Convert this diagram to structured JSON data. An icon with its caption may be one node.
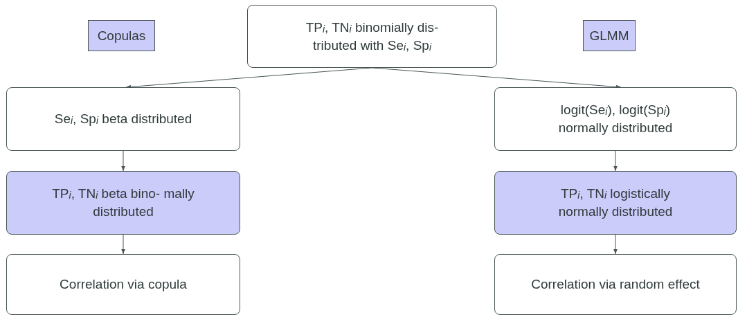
{
  "diagram": {
    "nodes": [
      {
        "text": [
          "Copulas"
        ]
      },
      {
        "text": [
          "TP$_{i}$, TN$_{i}$ binomially dis- tributed with Se$_{i}$, Sp$_{i}$"
        ]
      },
      {
        "text": [
          "GLMM"
        ]
      },
      {
        "text": [
          "Se$_{i}$, Sp$_{i}$ beta distributed"
        ]
      },
      {
        "text": [
          "TP$_{i}$, TN$_{i}$ beta bino- mally distributed"
        ]
      },
      {
        "text": [
          "Correlation via copula"
        ]
      },
      {
        "text": [
          "logit(Se$_{i}$), logit(Sp$_{i}$) normally distributed"
        ]
      },
      {
        "text": [
          "TP$_{i}$, TN$_{i}$ logistically normally distributed"
        ]
      },
      {
        "text": [
          "Correlation via random effect"
        ]
      }
    ],
    "edges": [
      {
        "from": 1,
        "to": 3,
        "arrow": "to"
      },
      {
        "from": 1,
        "to": 6,
        "arrow": "to"
      },
      {
        "from": 3,
        "to": 4,
        "arrow": "to"
      },
      {
        "from": 4,
        "to": 5,
        "arrow": "to"
      },
      {
        "from": 6,
        "to": 7,
        "arrow": "to"
      },
      {
        "from": 7,
        "to": 8,
        "arrow": "to"
      }
    ]
  }
}
